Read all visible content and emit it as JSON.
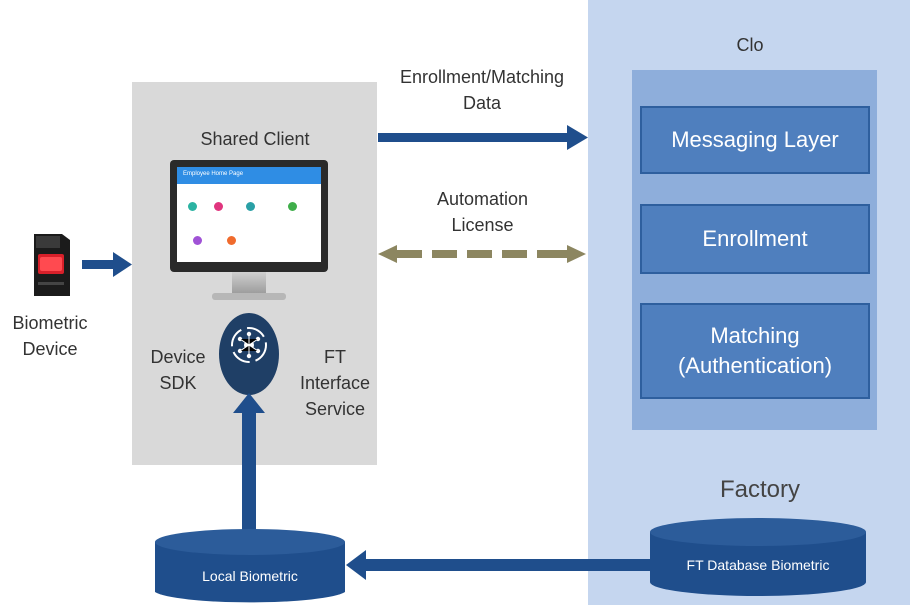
{
  "cloud": {
    "title": "Clo",
    "factory": "Factory"
  },
  "services": {
    "messaging": "Messaging Layer",
    "enrollment": "Enrollment",
    "matching_line1": "Matching",
    "matching_line2": "(Authentication)"
  },
  "client": {
    "title": "Shared Client",
    "device_sdk_line1": "Device",
    "device_sdk_line2": "SDK",
    "ft_line1": "FT",
    "ft_line2": "Interface",
    "ft_line3": "Service"
  },
  "device": {
    "label_line1": "Biometric",
    "label_line2": "Device"
  },
  "arrows": {
    "enroll_line1": "Enrollment/Matching",
    "enroll_line2": "Data",
    "auto_line1": "Automation",
    "auto_line2": "License"
  },
  "databases": {
    "local": "Local Biometric",
    "ft": "FT Database Biometric"
  },
  "screen": {
    "header": "Employee Home Page"
  },
  "colors": {
    "arrow_blue": "#1f4e8c",
    "arrow_olive": "#8c8660",
    "cloud_bg": "#c5d6ef",
    "service_box": "#4f7fbe",
    "client_bg": "#d9d9d9"
  }
}
